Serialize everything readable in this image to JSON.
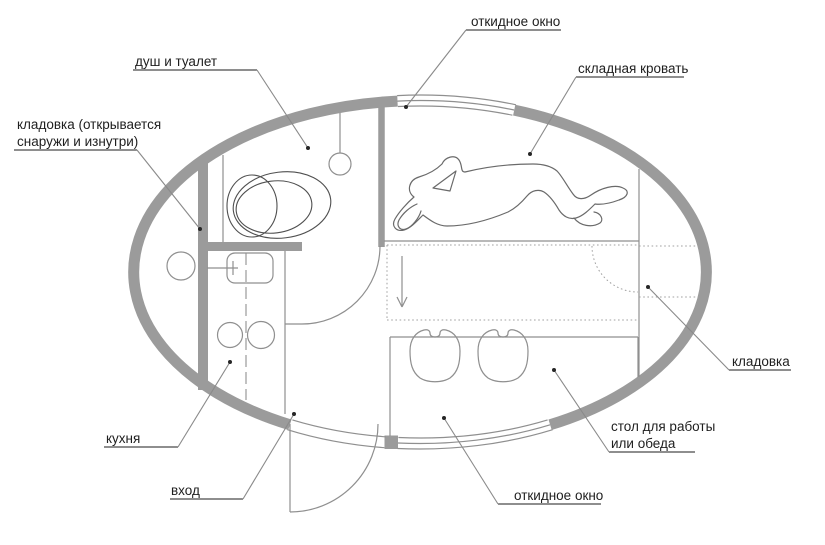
{
  "labels": {
    "window_top": "откидное окно",
    "shower_toilet": "душ и туалет",
    "folding_bed": "складная кровать",
    "storage_left": [
      "кладовка (открывается",
      "снаружи и изнутри)"
    ],
    "storage_right": "кладовка",
    "kitchen": "кухня",
    "entrance": "вход",
    "work_table": [
      "стол для работы",
      "или обеда"
    ],
    "window_bottom": "откидное окно"
  },
  "colors": {
    "wall": "#9b9b9b",
    "thin_line": "#8f8f8f",
    "dark_line": "#4f4f4f",
    "dotted_line": "#a0a0a0",
    "leader": "#8a8a8a",
    "text": "#1e1e1e",
    "background": "#ffffff"
  }
}
